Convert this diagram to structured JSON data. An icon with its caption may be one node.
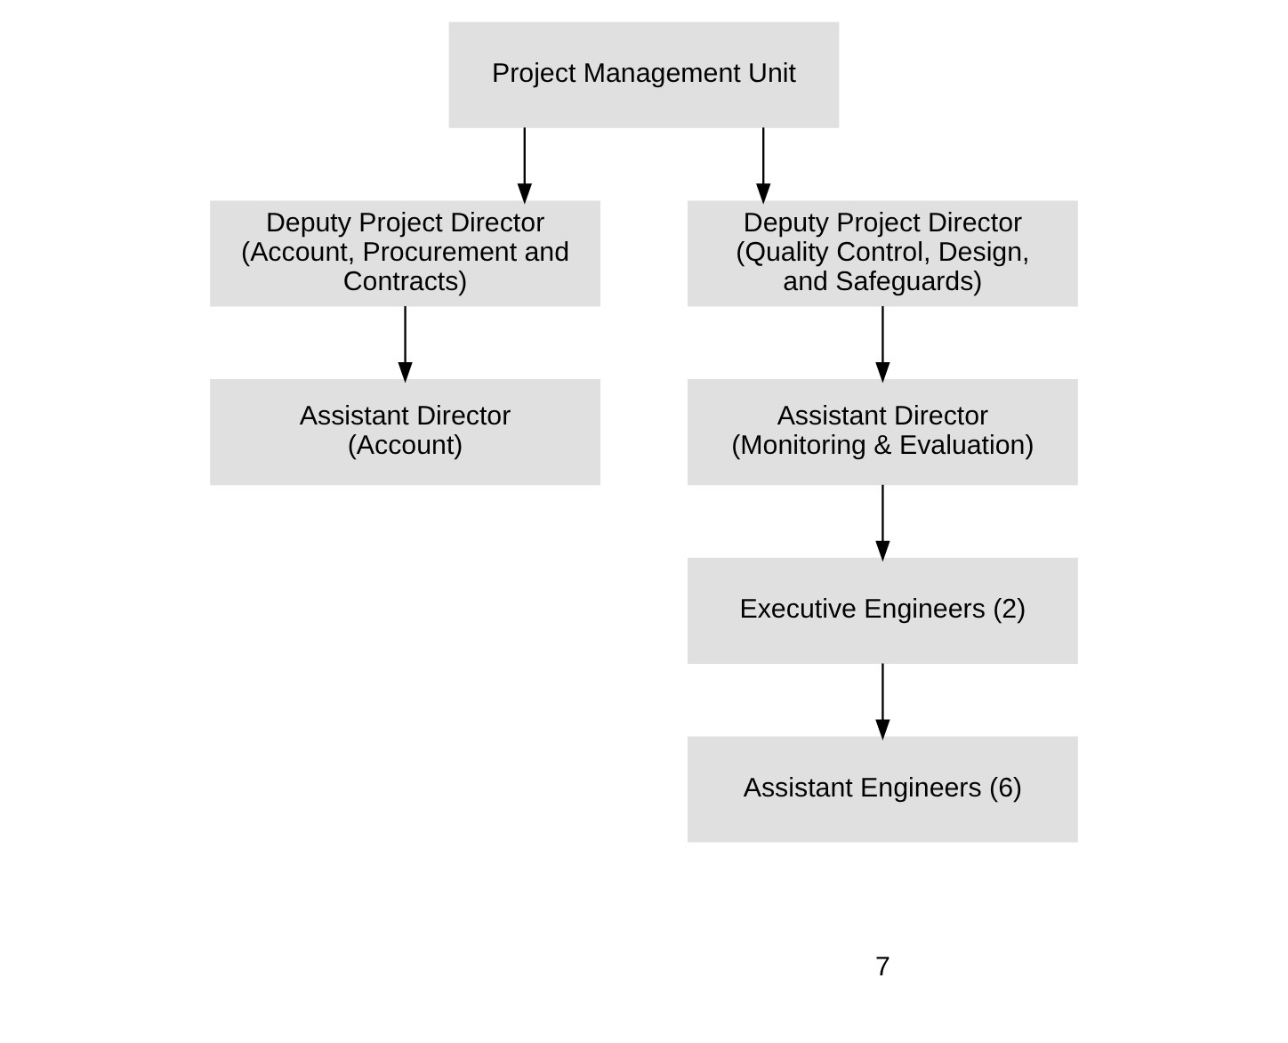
{
  "diagram": {
    "nodes": [
      {
        "text": [
          "Project Management Unit"
        ]
      },
      {
        "text": [
          "Deputy Project Director (Account, Procurement and Contracts)"
        ]
      },
      {
        "text": [
          "Deputy Project Director (Quality Control, Design, and Safeguards)"
        ]
      },
      {
        "text": [
          "Assistant Director (Account)"
        ]
      },
      {
        "text": [
          "Assistant Director (Monitoring & Evaluation)"
        ]
      },
      {
        "text": [
          "Executive Engineers (2)"
        ]
      },
      {
        "text": [
          "Assistant Engineers (6)"
        ]
      }
    ],
    "edges": [
      {
        "from": 0,
        "to": 1,
        "arrow": "to"
      },
      {
        "from": 0,
        "to": 2,
        "arrow": "to"
      },
      {
        "from": 1,
        "to": 3,
        "arrow": "to"
      },
      {
        "from": 2,
        "to": 4,
        "arrow": "to"
      },
      {
        "from": 4,
        "to": 5,
        "arrow": "to"
      },
      {
        "from": 5,
        "to": 6,
        "arrow": "to"
      }
    ],
    "labels": [
      "7"
    ]
  }
}
